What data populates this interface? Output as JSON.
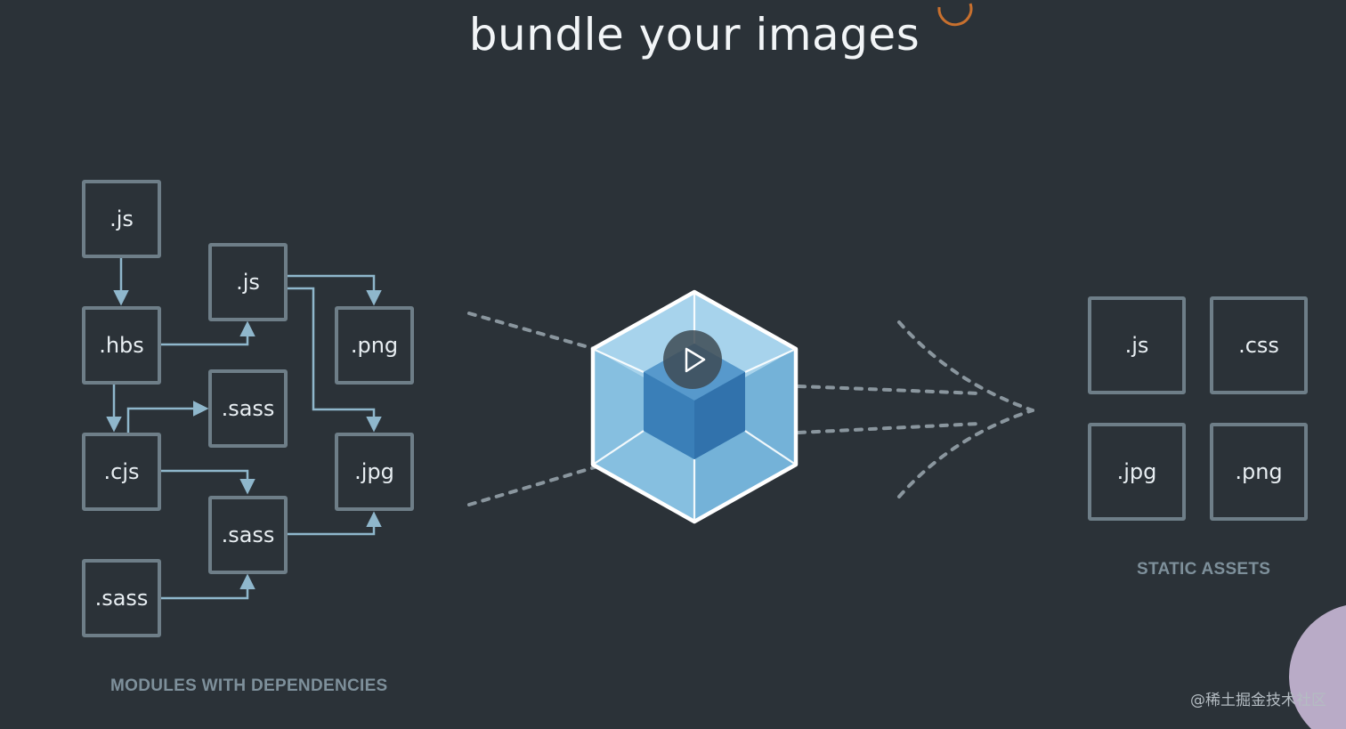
{
  "title": "bundle your images",
  "modules": {
    "caption": "MODULES WITH DEPENDENCIES",
    "boxes": [
      ".js",
      ".hbs",
      ".cjs",
      ".sass",
      ".js",
      ".sass",
      ".sass",
      ".png",
      ".jpg"
    ]
  },
  "assets": {
    "caption": "STATIC ASSETS",
    "boxes": [
      ".js",
      ".css",
      ".jpg",
      ".png"
    ]
  },
  "watermark": "@稀土掘金技术社区",
  "colors": {
    "background": "#2b3238",
    "box_border": "#6e7e88",
    "arrow": "#8fb7cc",
    "cube_light": "#8ec6e6",
    "cube_dark": "#3f86bf",
    "accent_orange": "#c8702e"
  }
}
